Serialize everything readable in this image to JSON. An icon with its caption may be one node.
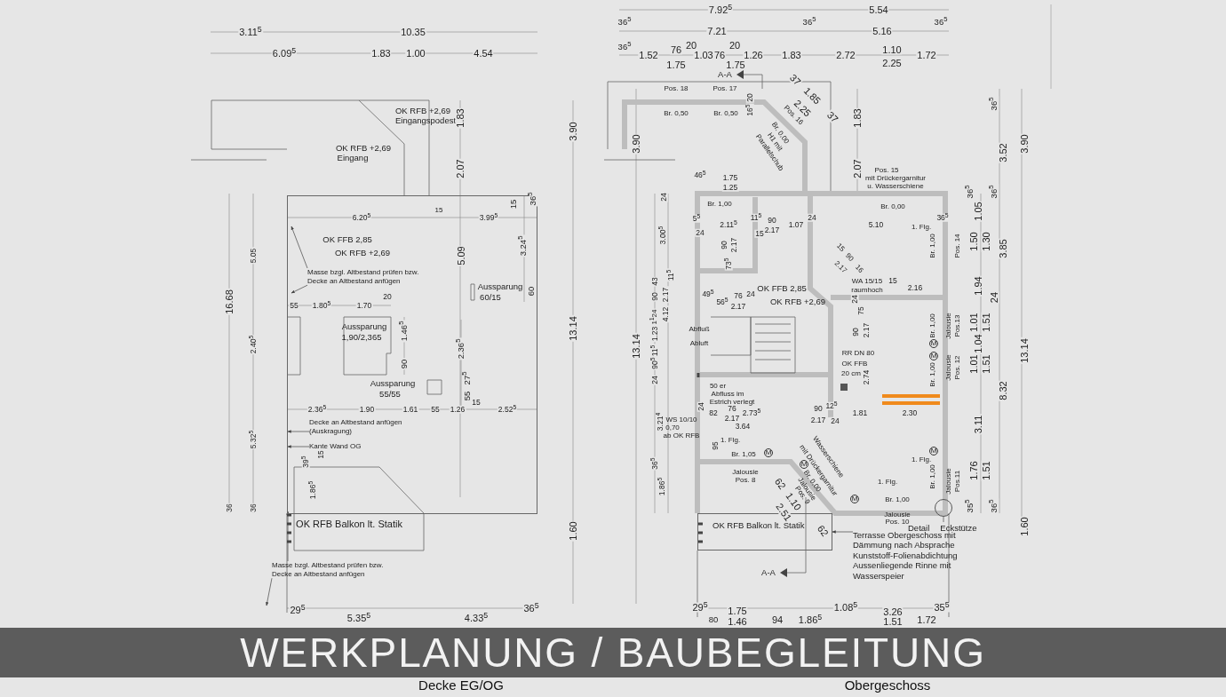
{
  "diagram": {
    "title": "WERKPLANUNG / BAUBEGLEITUNG",
    "nodes": [
      {
        "text": [],
        "shape": "box"
      },
      {
        "text": [
          "Masse bzgl. Altbestand prüfen bzw. Decke an Altbestand anfügen"
        ],
        "in": 0
      },
      {
        "text": [
          "Decke an Altbestand anfügen (Auskragung)"
        ],
        "in": 0
      },
      {
        "text": [
          "Kante Wand OG"
        ],
        "in": 0
      },
      {
        "text": [
          "Masse bzgl. Altbestand prüfen bzw. Decke an Altbestand anfügen"
        ]
      },
      {
        "text": [
          "Terrasse Obergeschoss mit Dämmung nach Absprache Kunststoff-Folienabdichtung Aussenliegende Rinne mit Wasserspeier"
        ]
      },
      {
        "text": [
          "Detail",
          "Eckstütze"
        ]
      },
      {
        "text": [],
        "shape": "circle"
      },
      {
        "text": [
          "OK RFB Balkon lt. Statik"
        ]
      }
    ],
    "edges": [
      {
        "from": 1,
        "to": 0,
        "arrow": "to"
      },
      {
        "from": 1,
        "to": 0,
        "arrow": "to"
      },
      {
        "from": 2,
        "to": 0,
        "arrow": "to"
      },
      {
        "from": 3,
        "to": 0,
        "arrow": "to"
      },
      {
        "from": 4,
        "to": 0,
        "arrow": "to"
      },
      {
        "from": 4,
        "to": null,
        "arrow": "to"
      },
      {
        "from": 5,
        "to": 8,
        "arrow": "to"
      },
      {
        "from": 6,
        "to": 7,
        "arrow": "none"
      }
    ],
    "labels": [
      "3.11$^{5}$",
      "10.35",
      "6.09$^{5}$",
      "1.83",
      "1.00",
      "4.54",
      "OK RFB +2,69",
      "Eingangspodest",
      "OK RFB +2,69",
      "Eingang",
      "1.83",
      "2.07",
      "3.90",
      "15",
      "15",
      "36$^{5}$",
      "6.20$^{5}$",
      "3.99$^{5}$",
      "5.05",
      "5.09",
      "3.24$^{5}$",
      "OK FFB 2,85",
      "OK RFB +2,69",
      "Aussparung",
      "60/15",
      "60",
      "16.68",
      "55",
      "1.80$^{5}$",
      "1.70",
      "20",
      "Aussparung",
      "1,90/2,365",
      "1.46$^{5}$",
      "2.40$^{5}$",
      "13.14",
      "2.36$^{5}$",
      "90",
      "Aussparung",
      "55/55",
      "55",
      "27$^{5}$",
      "15",
      "2.36$^{5}$",
      "1.90",
      "1.61",
      "55",
      "1.26",
      "2.52$^{5}$",
      "5.32$^{5}$",
      "15",
      "39$^{5}$",
      "1.86$^{5}$",
      "36",
      "36",
      "OK RFB Balkon lt. Statik",
      "1.60",
      "29$^{5}$",
      "36$^{5}$",
      "5.35$^{5}$",
      "4.33$^{5}$",
      "Decke EG/OG",
      "7.92$^{5}$",
      "5.54",
      "36$^{5}$",
      "36$^{5}$",
      "36$^{5}$",
      "7.21",
      "5.16",
      "36$^{5}$",
      "1.52",
      "76",
      "20",
      "1.03",
      "76",
      "20",
      "1.26",
      "1.83",
      "2.72",
      "1.10",
      "1.72",
      "1.75",
      "1.75",
      "2.25",
      "A-A",
      "Pos. 18",
      "Pos. 17",
      "37",
      "1.85",
      "2.25",
      "37",
      "20",
      "16$^{5}$",
      "Br. 0,50",
      "Br. 0,50",
      "Pos. 16",
      "Br. 0,00",
      "H1 mit",
      "Parallelschub",
      "1.83",
      "3.90",
      "2.07",
      "Pos. 15",
      "mit Drückergarnitur",
      "u. Wasserschiene",
      "46$^{5}$",
      "1.75",
      "1.25",
      "36$^{5}$",
      "3.52",
      "3.90",
      "36$^{5}$",
      "36$^{5}$",
      "1.05",
      "1.50",
      "1.30",
      "3.85",
      "1.94",
      "24",
      "1.01",
      "1.51",
      "1.04",
      "1.01",
      "1.51",
      "13.14",
      "8.32",
      "3.11",
      "1.76",
      "1.51",
      "35$^{5}$",
      "36$^{5}$",
      "1.60",
      "Br. 1,00",
      "Pos. 14",
      "Br. 1,00",
      "Jalousie",
      "Pos.13",
      "Br. 1,00",
      "Jalousie",
      "Pos. 12",
      "Br. 1,00",
      "Jalousie",
      "Pos.11",
      "24",
      "Br. 1,00",
      "Br. 0,00",
      "5$^{5}$",
      "11$^{5}$",
      "24",
      "36$^{5}$",
      "90",
      "2.11$^{5}$",
      "2.17",
      "1.07",
      "5.10",
      "1. Flg.",
      "24",
      "15",
      "3.00$^{5}$",
      "90",
      "2.17",
      "15",
      "90",
      "2.17",
      "16",
      "73$^{5}$",
      "43",
      "11$^{5}$",
      "WA 15/15",
      "15",
      "2.16",
      "raumhoch",
      "OK FFB 2,85",
      "49$^{5}$",
      "76",
      "24",
      "90",
      "2.17",
      "56$^{5}$",
      "OK RFB +2,69",
      "24",
      "2.17",
      "75",
      "1$^{1}$24",
      "4.12",
      "1.23",
      "Abfluß",
      "90",
      "2.17",
      "Abluft",
      "M",
      "11$^{5}$",
      "RR DN 80",
      "M",
      "90$^{5}$",
      "OK FFB",
      "2.74",
      "20 cm",
      "24",
      "13.14",
      "50 er",
      "Abfluss im",
      "Estrich verlegt",
      "24",
      "76",
      "90",
      "12$^{5}$",
      "82",
      "2.73$^{5}$",
      "1.81",
      "2.30",
      "3.21$^{4}$",
      "WS 10/10",
      "2.17",
      "2.17",
      "24",
      "0,70",
      "3.64",
      "ab OK RFB",
      "1. Flg.",
      "95",
      "M",
      "Br. 1,05",
      "M",
      "1. Flg.",
      "Wasserschiene",
      "mit Drückergarnitur",
      "M",
      "36$^{5}$",
      "Br. 0,00",
      "Jalousie",
      "Pos. 8",
      "1. Flg.",
      "Jalousie",
      "Pos. 9",
      "62",
      "1.86$^{5}$",
      "M",
      "Br. 1,00",
      "1.10",
      "2.51",
      "Jalousie",
      "Pos. 10",
      "62",
      "A-A",
      "29$^{5}$",
      "1.08$^{5}$",
      "35$^{5}$",
      "1.75",
      "3.26",
      "80",
      "1.46",
      "94",
      "1.86$^{5}$",
      "1.51",
      "1.72",
      "Obergeschoss"
    ]
  }
}
